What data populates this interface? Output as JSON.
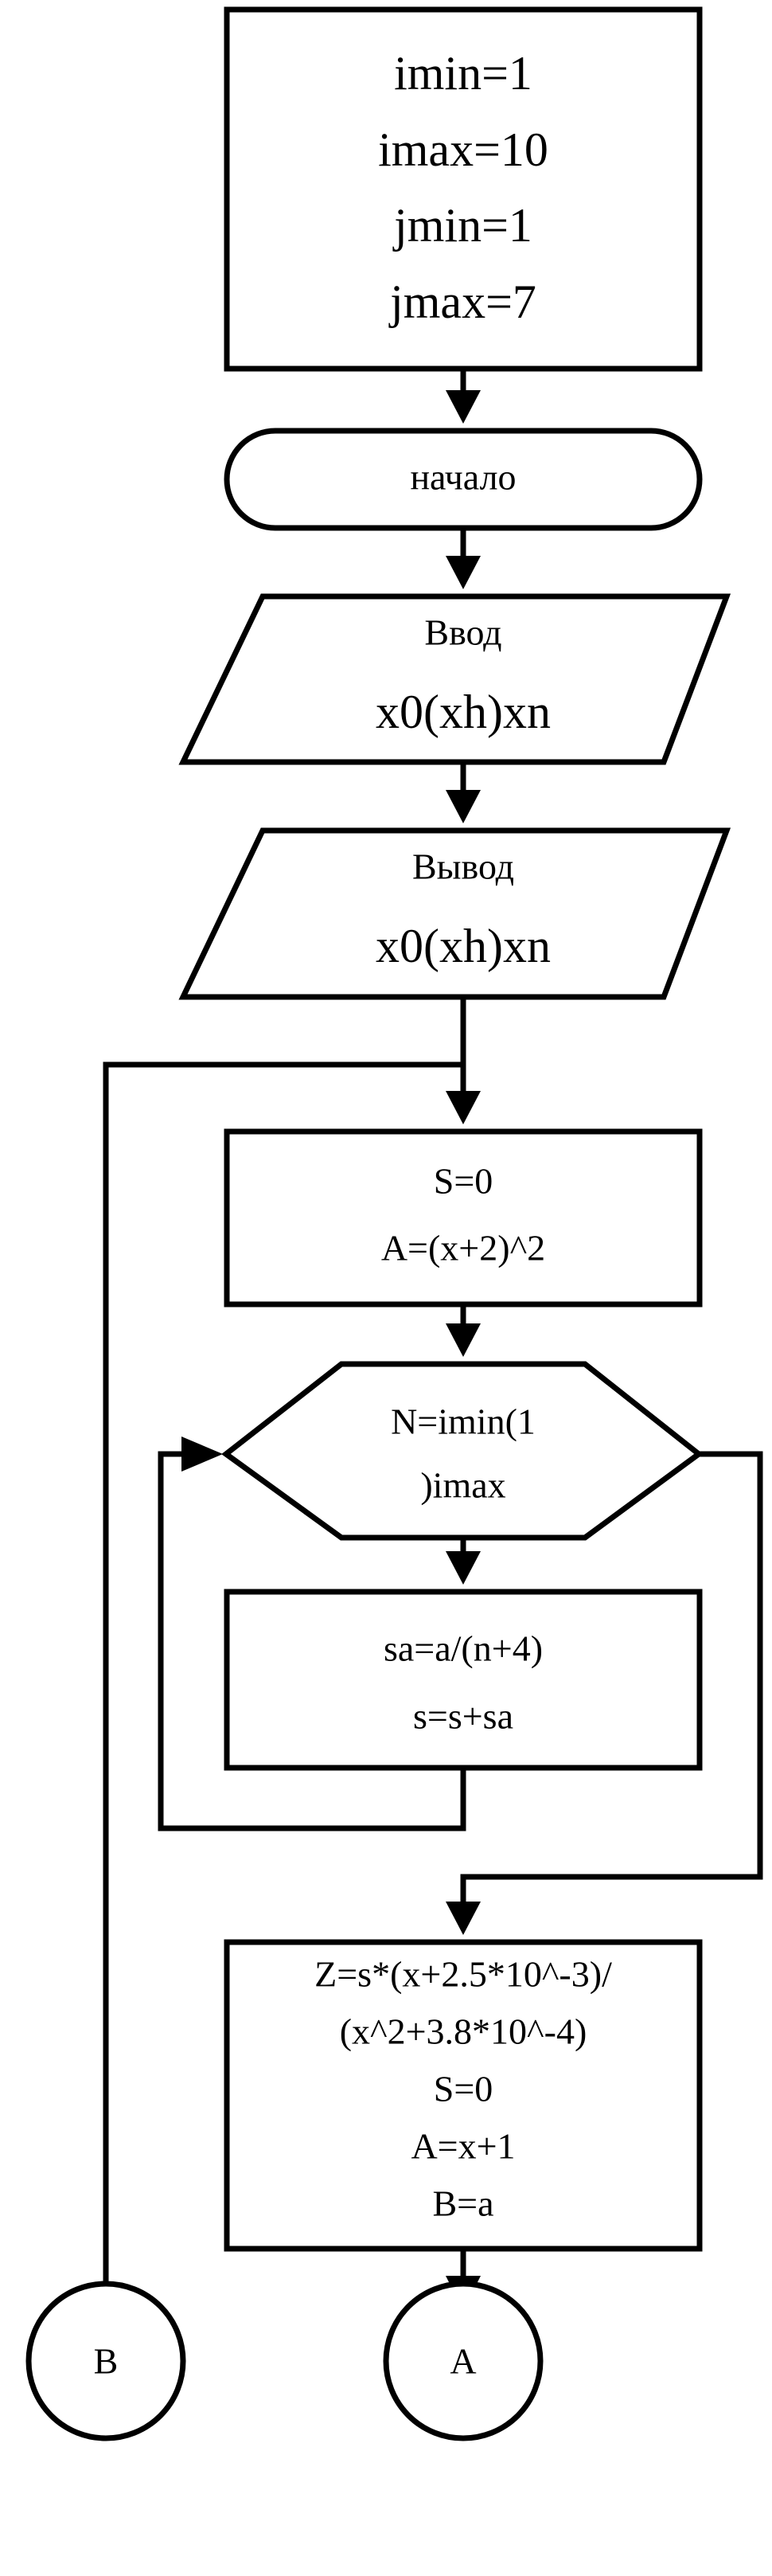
{
  "blocks": {
    "constants": [
      "imin=1",
      "imax=10",
      "jmin=1",
      "jmax=7"
    ],
    "start": "начало",
    "input": {
      "label": "Ввод",
      "value": "x0(xh)xn"
    },
    "output": {
      "label": "Вывод",
      "value": "x0(xh)xn"
    },
    "init": [
      "S=0",
      "A=(x+2)^2"
    ],
    "loop": [
      "N=imin(1",
      ")imax"
    ],
    "loop_body": [
      "sa=a/(n+4)",
      "s=s+sa"
    ],
    "compute": [
      "Z=s*(x+2.5*10^-3)/",
      "(x^2+3.8*10^-4)",
      "S=0",
      "A=x+1",
      "B=a"
    ],
    "connector_b": "B",
    "connector_a": "A"
  }
}
